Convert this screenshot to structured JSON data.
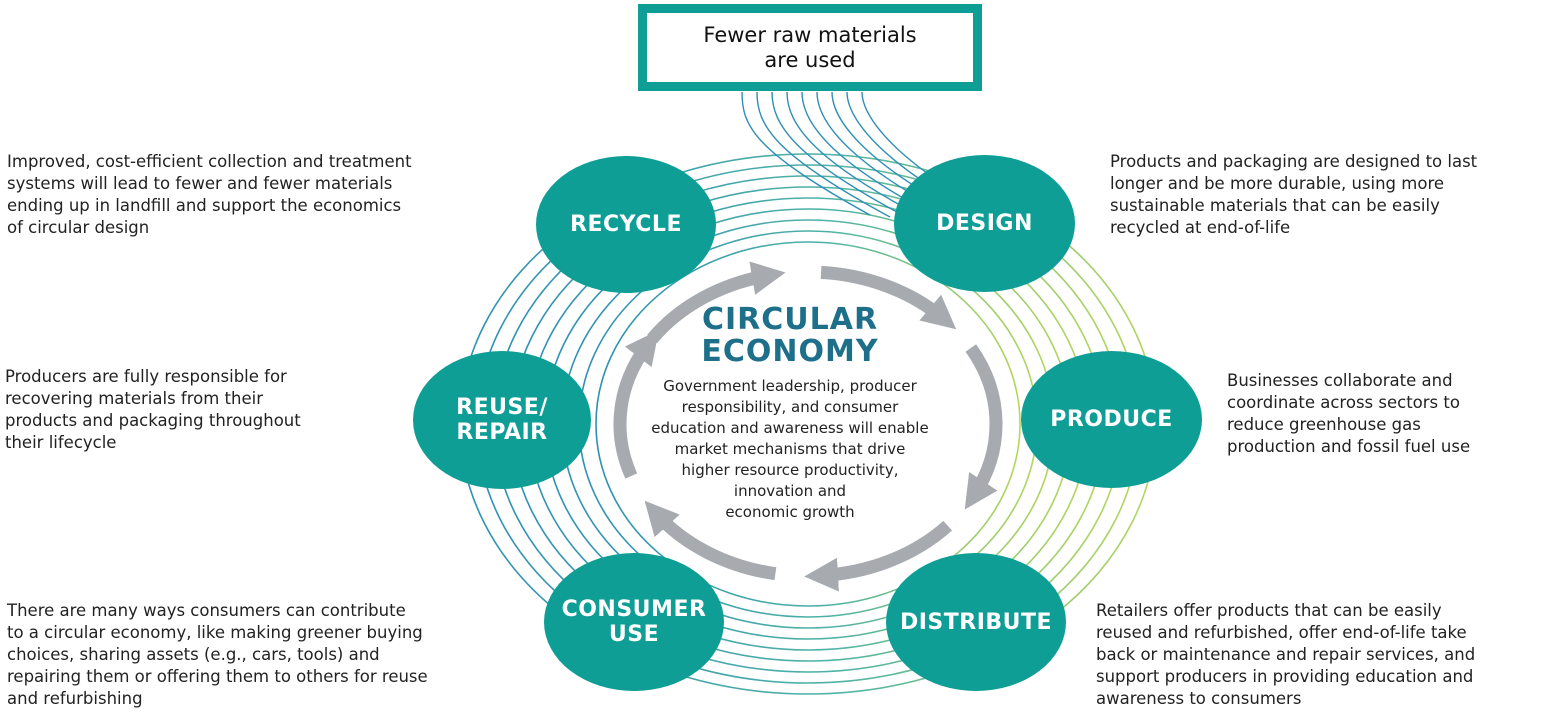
{
  "colors": {
    "teal": "#0f9e96",
    "center_title": "#1d6f8a",
    "arrow_gray": "#a7abaf",
    "ring_blue": "#2f8fb5",
    "ring_green": "#b6d65a"
  },
  "top_box": {
    "label": "Fewer raw materials\nare used"
  },
  "center": {
    "title": "CIRCULAR\nECONOMY",
    "body_lines": [
      "Government leadership, producer",
      "responsibility, and consumer",
      "education and awareness will enable",
      "market mechanisms that drive",
      "higher resource productivity,",
      "innovation and",
      "economic growth"
    ]
  },
  "stages": {
    "recycle": {
      "label": "RECYCLE",
      "desc_lines": [
        "Improved, cost-efficient collection and treatment",
        "systems will lead to fewer and fewer materials",
        "ending up in landfill and support the economics",
        "of circular design"
      ]
    },
    "design": {
      "label": "DESIGN",
      "desc_lines": [
        "Products and packaging are designed to last",
        "longer and be more durable, using more",
        "sustainable materials that can be easily",
        "recycled at end-of-life"
      ]
    },
    "reuse": {
      "label": "REUSE/\nREPAIR",
      "desc_lines": [
        "Producers are fully responsible for",
        "recovering materials from their",
        "products and packaging throughout",
        "their lifecycle"
      ]
    },
    "produce": {
      "label": "PRODUCE",
      "desc_lines": [
        "Businesses collaborate and",
        "coordinate across sectors to",
        "reduce greenhouse gas",
        "production and fossil fuel use"
      ]
    },
    "consumer": {
      "label": "CONSUMER\nUSE",
      "desc_lines": [
        "There are many ways consumers can contribute",
        "to a circular economy, like making greener buying",
        "choices, sharing assets (e.g., cars, tools) and",
        "repairing them or offering them to others for reuse",
        "and refurbishing"
      ]
    },
    "distribute": {
      "label": "DISTRIBUTE",
      "desc_lines": [
        "Retailers offer products that can be easily",
        "reused and refurbished, offer end-of-life take",
        "back or maintenance and repair services, and",
        "support producers in providing education and",
        "awareness to consumers"
      ]
    }
  }
}
